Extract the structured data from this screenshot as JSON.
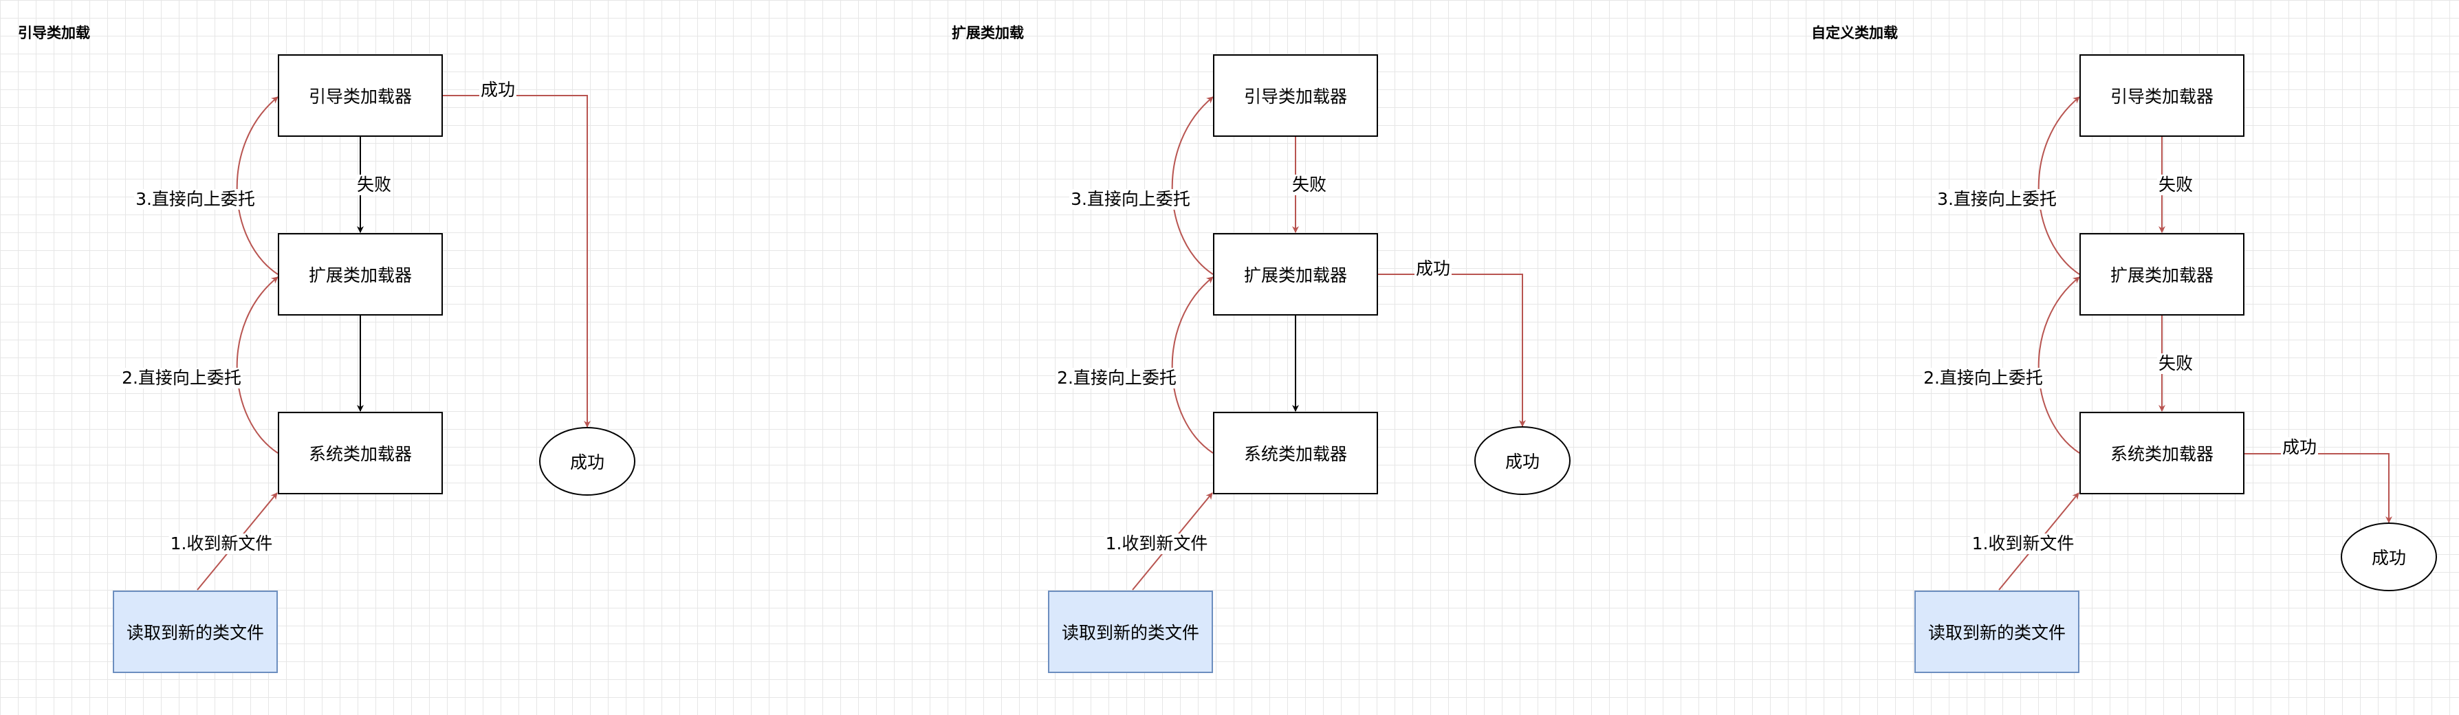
{
  "colors": {
    "grid": "#e6e6e6",
    "accent": "#b85450",
    "source_fill": "#dae8fc",
    "source_border": "#6c8ebf",
    "box_border": "#000000"
  },
  "panels": [
    {
      "title": "引导类加载",
      "bootstrap": "引导类加载器",
      "extension": "扩展类加载器",
      "system": "系统类加载器",
      "source": "读取到新的类文件",
      "result": "成功",
      "edges": {
        "receive": "1.收到新文件",
        "delegate_to_extension": "2.直接向上委托",
        "delegate_to_bootstrap": "3.直接向上委托",
        "bootstrap_fail": "失败",
        "success": "成功"
      }
    },
    {
      "title": "扩展类加载",
      "bootstrap": "引导类加载器",
      "extension": "扩展类加载器",
      "system": "系统类加载器",
      "source": "读取到新的类文件",
      "result": "成功",
      "edges": {
        "receive": "1.收到新文件",
        "delegate_to_extension": "2.直接向上委托",
        "delegate_to_bootstrap": "3.直接向上委托",
        "bootstrap_fail": "失败",
        "success": "成功"
      }
    },
    {
      "title": "自定义类加载",
      "bootstrap": "引导类加载器",
      "extension": "扩展类加载器",
      "system": "系统类加载器",
      "source": "读取到新的类文件",
      "result": "成功",
      "edges": {
        "receive": "1.收到新文件",
        "delegate_to_extension": "2.直接向上委托",
        "delegate_to_bootstrap": "3.直接向上委托",
        "bootstrap_fail": "失败",
        "extension_fail": "失败",
        "success": "成功"
      }
    }
  ]
}
